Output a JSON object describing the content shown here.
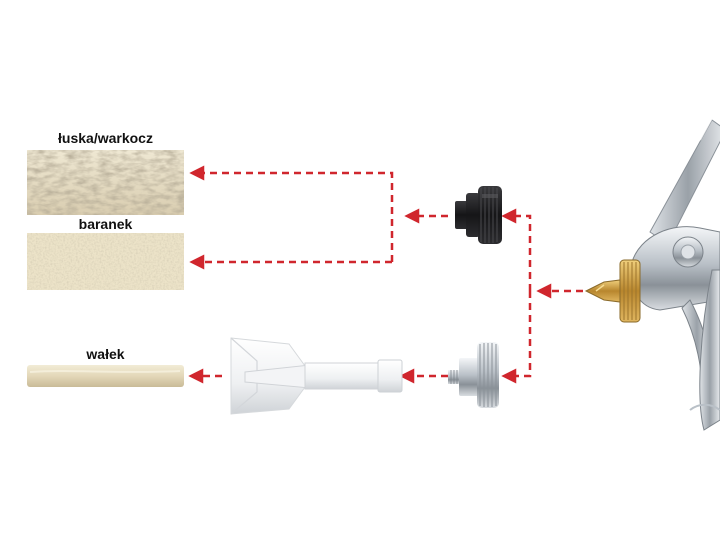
{
  "labels": {
    "texture_1": "łuska/warkocz",
    "texture_2": "baranek",
    "texture_3": "wałek"
  },
  "colors": {
    "arrow": "#d0262d",
    "texture_base": "#e7dec7",
    "texture_shadow": "#b7aa8a",
    "metal_light": "#eef1f4",
    "metal_dark": "#7c838a",
    "nozzle_black": "#1b1b1d",
    "brass": "#c99a3e"
  },
  "icons": {
    "spray_gun": "spray-gun-icon",
    "nozzle_black": "black-knurled-nozzle-icon",
    "nozzle_silver": "silver-knurled-nozzle-icon",
    "roller_attachment": "roller-attachment-icon"
  }
}
